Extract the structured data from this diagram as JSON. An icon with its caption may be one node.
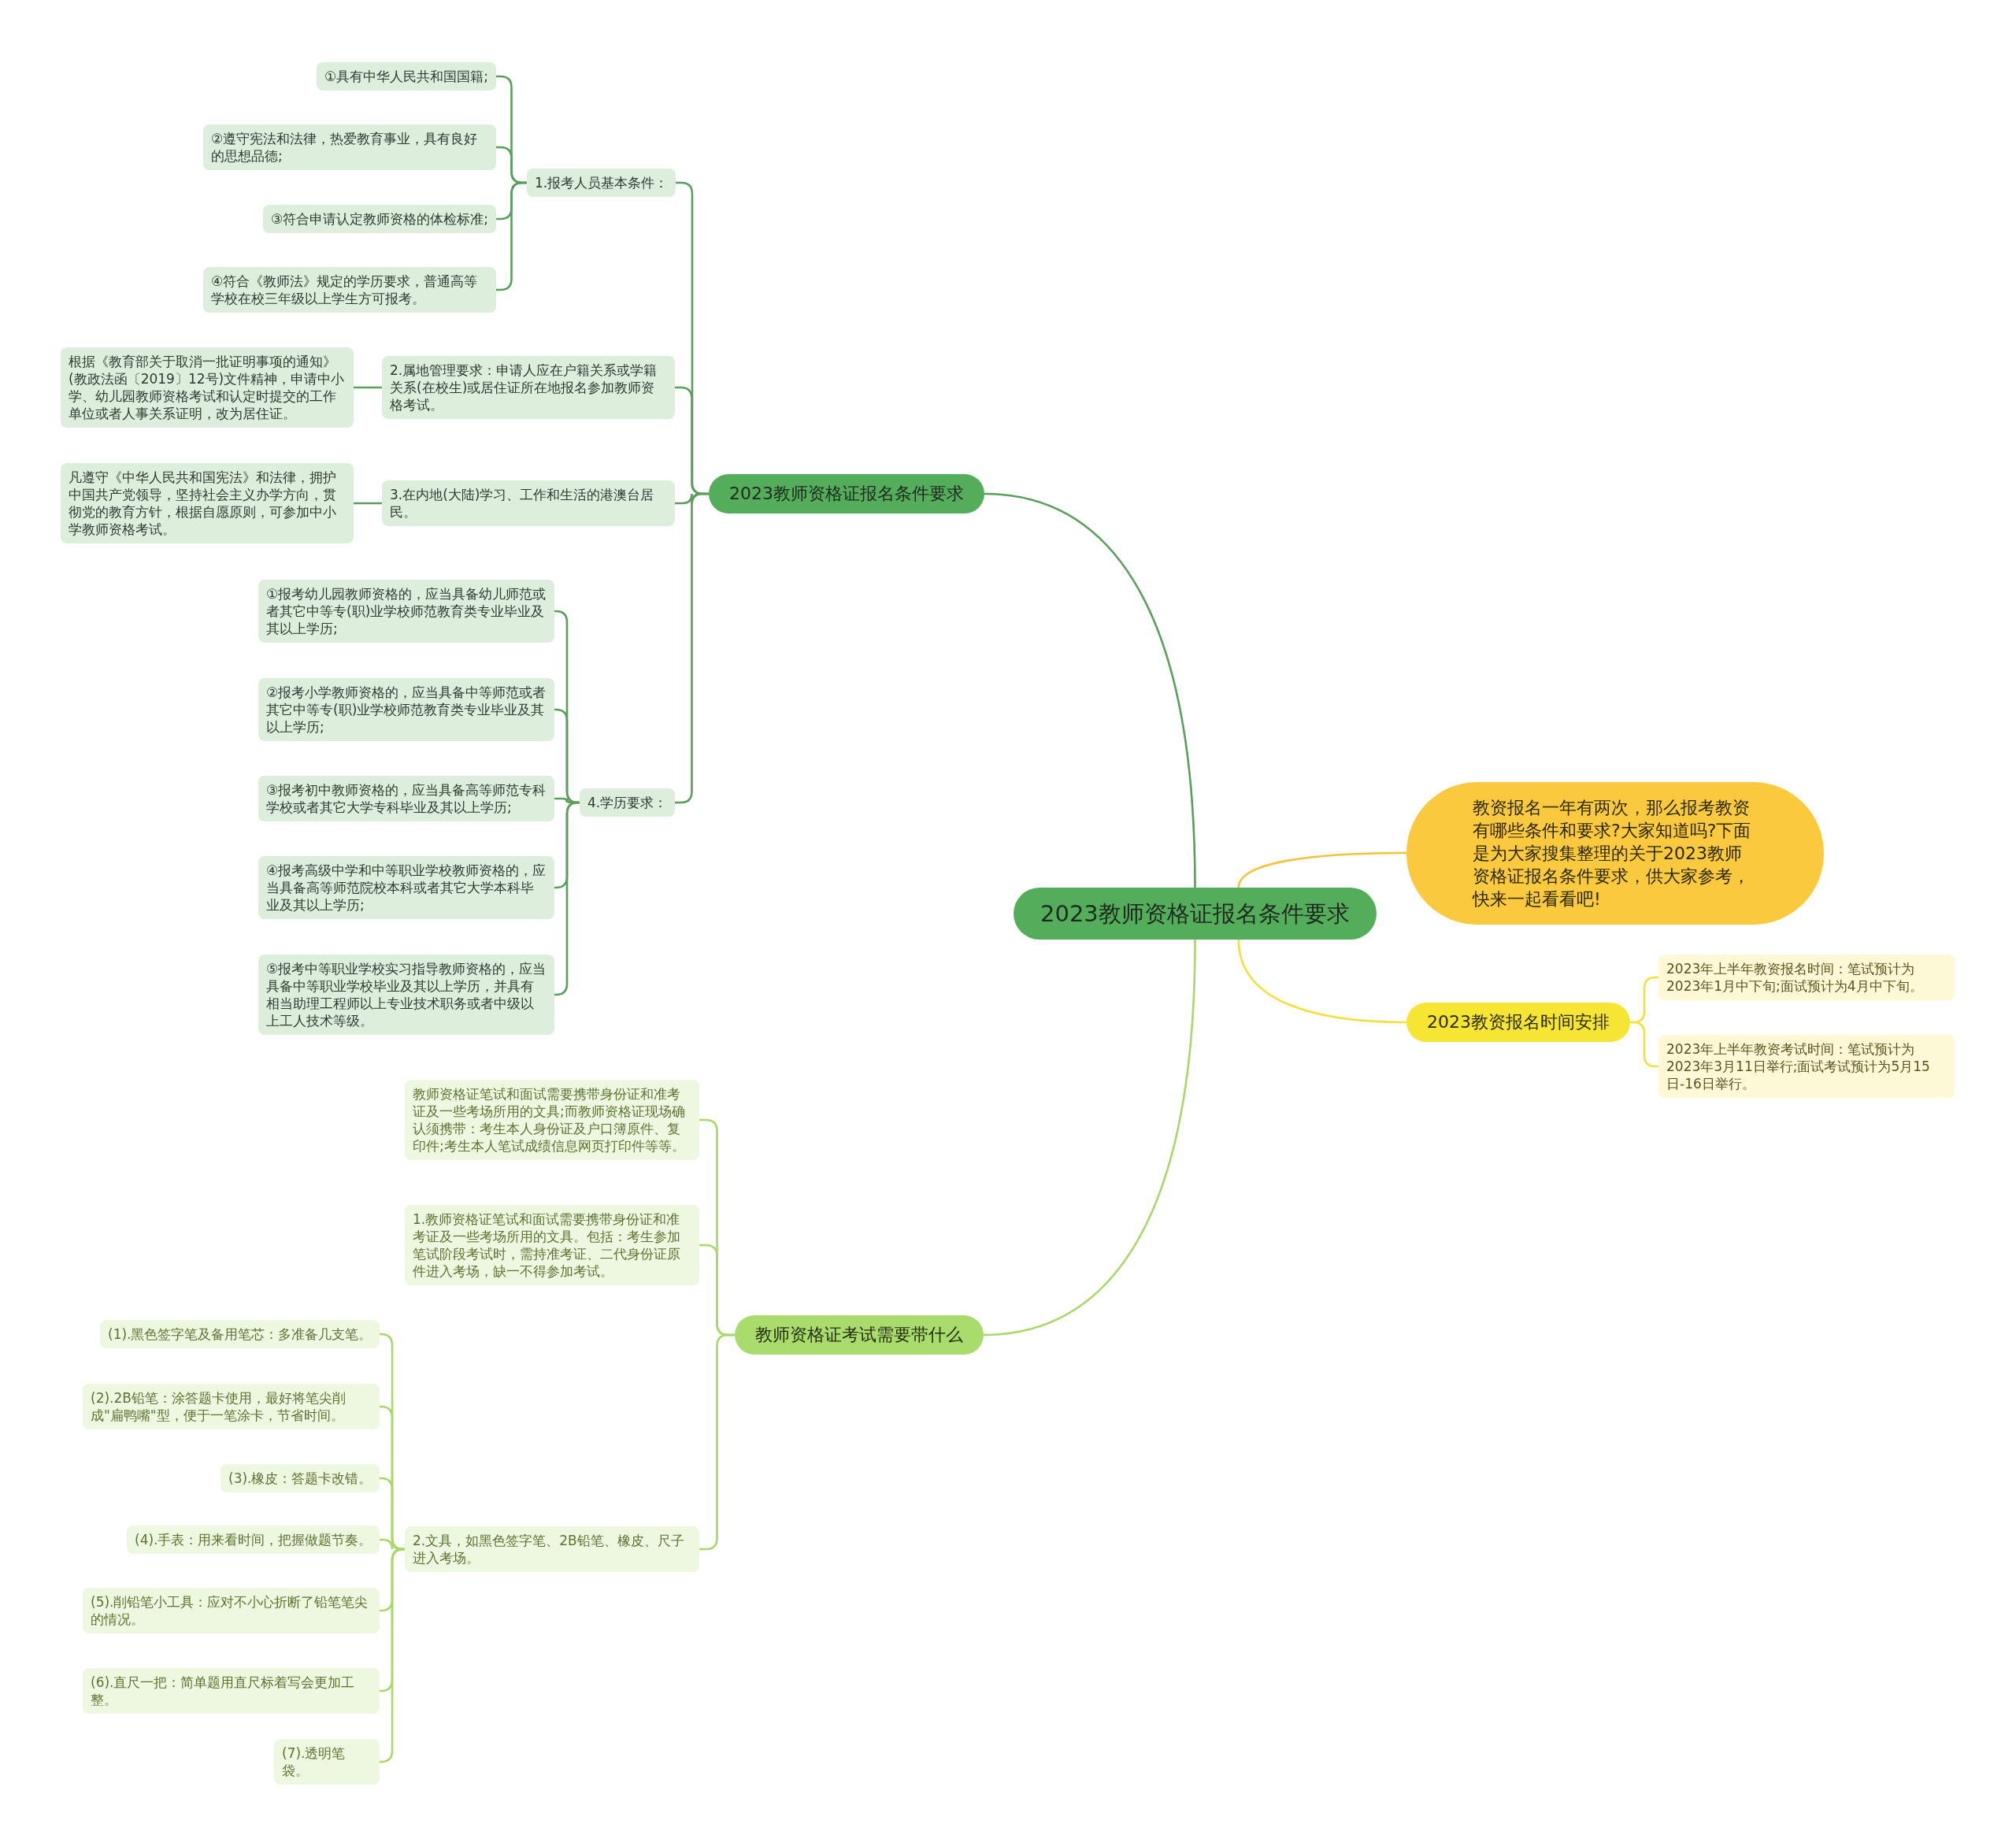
{
  "diagram": {
    "nodes": [
      {
        "text": [
          "2023教师资格证报名条件要求"
        ]
      },
      {
        "text": [
          "2023教师资格证报名条件要求"
        ]
      },
      {
        "text": [
          "1.报考人员基本条件："
        ]
      },
      {
        "text": [
          "①具有中华人民共和国国籍;"
        ]
      },
      {
        "text": [
          "②遵守宪法和法律，热爱教育事业，具有良好的思想品德;"
        ]
      },
      {
        "text": [
          "③符合申请认定教师资格的体检标准;"
        ]
      },
      {
        "text": [
          "④符合《教师法》规定的学历要求，普通高等学校在校三年级以上学生方可报考。"
        ]
      },
      {
        "text": [
          "2.属地管理要求：申请人应在户籍关系或学籍关系(在校生)或居住证所在地报名参加教师资格考试。"
        ]
      },
      {
        "text": [
          "根据《教育部关于取消一批证明事项的通知》(教政法函〔2019〕12号)文件精神，申请中小学、幼儿园教师资格考试和认定时提交的工作单位或者人事关系证明，改为居住证。"
        ]
      },
      {
        "text": [
          "3.在内地(大陆)学习、工作和生活的港澳台居民。"
        ]
      },
      {
        "text": [
          "凡遵守《中华人民共和国宪法》和法律，拥护中国共产党领导，坚持社会主义办学方向，贯彻党的教育方针，根据自愿原则，可参加中小学教师资格考试。"
        ]
      },
      {
        "text": [
          "4.学历要求："
        ]
      },
      {
        "text": [
          "①报考幼儿园教师资格的，应当具备幼儿师范或者其它中等专(职)业学校师范教育类专业毕业及其以上学历;"
        ]
      },
      {
        "text": [
          "②报考小学教师资格的，应当具备中等师范或者其它中等专(职)业学校师范教育类专业毕业及其以上学历;"
        ]
      },
      {
        "text": [
          "③报考初中教师资格的，应当具备高等师范专科学校或者其它大学专科毕业及其以上学历;"
        ]
      },
      {
        "text": [
          "④报考高级中学和中等职业学校教师资格的，应当具备高等师范院校本科或者其它大学本科毕业及其以上学历;"
        ]
      },
      {
        "text": [
          "⑤报考中等职业学校实习指导教师资格的，应当具备中等职业学校毕业及其以上学历，并具有相当助理工程师以上专业技术职务或者中级以上工人技术等级。"
        ]
      },
      {
        "text": [
          "教资报名一年有两次，那么报考教资有哪些条件和要求?大家知道吗?下面是为大家搜集整理的关于2023教师资格证报名条件要求，供大家参考，快来一起看看吧!"
        ]
      },
      {
        "text": [
          "2023教资报名时间安排"
        ]
      },
      {
        "text": [
          "2023年上半年教资报名时间：笔试预计为2023年1月中下旬;面试预计为4月中下旬。"
        ]
      },
      {
        "text": [
          "2023年上半年教资考试时间：笔试预计为2023年3月11日举行;面试考试预计为5月15日-16日举行。"
        ]
      },
      {
        "text": [
          "教师资格证考试需要带什么"
        ]
      },
      {
        "text": [
          "教师资格证笔试和面试需要携带身份证和准考证及一些考场所用的文具;而教师资格证现场确认须携带：考生本人身份证及户口簿原件、复印件;考生本人笔试成绩信息网页打印件等等。"
        ]
      },
      {
        "text": [
          "1.教师资格证笔试和面试需要携带身份证和准考证及一些考场所用的文具。包括：考生参加笔试阶段考试时，需持准考证、二代身份证原件进入考场，缺一不得参加考试。"
        ]
      },
      {
        "text": [
          "2.文具，如黑色签字笔、2B铅笔、橡皮、尺子进入考场。"
        ]
      },
      {
        "text": [
          "(1).黑色签字笔及备用笔芯：多准备几支笔。"
        ]
      },
      {
        "text": [
          "(2).2B铅笔：涂答题卡使用，最好将笔尖削成\"扁鸭嘴\"型，便于一笔涂卡，节省时间。"
        ]
      },
      {
        "text": [
          "(3).橡皮：答题卡改错。"
        ]
      },
      {
        "text": [
          "(4).手表：用来看时间，把握做题节奏。"
        ]
      },
      {
        "text": [
          "(5).削铅笔小工具：应对不小心折断了铅笔笔尖的情况。"
        ]
      },
      {
        "text": [
          "(6).直尺一把：简单题用直尺标着写会更加工整。"
        ]
      },
      {
        "text": [
          "(7).透明笔袋。"
        ]
      }
    ],
    "edges": [
      {
        "from": 0,
        "to": 1,
        "arrow": "none"
      },
      {
        "from": 1,
        "to": 2,
        "arrow": "none"
      },
      {
        "from": 2,
        "to": 3,
        "arrow": "none"
      },
      {
        "from": 2,
        "to": 4,
        "arrow": "none"
      },
      {
        "from": 2,
        "to": 5,
        "arrow": "none"
      },
      {
        "from": 2,
        "to": 6,
        "arrow": "none"
      },
      {
        "from": 1,
        "to": 7,
        "arrow": "none"
      },
      {
        "from": 7,
        "to": 8,
        "arrow": "none"
      },
      {
        "from": 1,
        "to": 9,
        "arrow": "none"
      },
      {
        "from": 9,
        "to": 10,
        "arrow": "none"
      },
      {
        "from": 1,
        "to": 11,
        "arrow": "none"
      },
      {
        "from": 11,
        "to": 12,
        "arrow": "none"
      },
      {
        "from": 11,
        "to": 13,
        "arrow": "none"
      },
      {
        "from": 11,
        "to": 14,
        "arrow": "none"
      },
      {
        "from": 11,
        "to": 15,
        "arrow": "none"
      },
      {
        "from": 11,
        "to": 16,
        "arrow": "none"
      },
      {
        "from": 0,
        "to": 17,
        "arrow": "none",
        "color": "#f3c33c"
      },
      {
        "from": 0,
        "to": 18,
        "arrow": "none",
        "color": "#f2e13a"
      },
      {
        "from": 18,
        "to": 19,
        "arrow": "none",
        "color": "#f2e13a"
      },
      {
        "from": 18,
        "to": 20,
        "arrow": "none",
        "color": "#f2e13a"
      },
      {
        "from": 0,
        "to": 21,
        "arrow": "none",
        "color": "#a8d868"
      },
      {
        "from": 21,
        "to": 22,
        "arrow": "none",
        "color": "#a8d868"
      },
      {
        "from": 21,
        "to": 23,
        "arrow": "none",
        "color": "#a8d868"
      },
      {
        "from": 21,
        "to": 24,
        "arrow": "none",
        "color": "#a8d868"
      },
      {
        "from": 24,
        "to": 25,
        "arrow": "none",
        "color": "#a8d868"
      },
      {
        "from": 24,
        "to": 26,
        "arrow": "none",
        "color": "#a8d868"
      },
      {
        "from": 24,
        "to": 27,
        "arrow": "none",
        "color": "#a8d868"
      },
      {
        "from": 24,
        "to": 28,
        "arrow": "none",
        "color": "#a8d868"
      },
      {
        "from": 24,
        "to": 29,
        "arrow": "none",
        "color": "#a8d868"
      },
      {
        "from": 24,
        "to": 30,
        "arrow": "none",
        "color": "#a8d868"
      },
      {
        "from": 24,
        "to": 31,
        "arrow": "none",
        "color": "#a8d868"
      }
    ]
  }
}
